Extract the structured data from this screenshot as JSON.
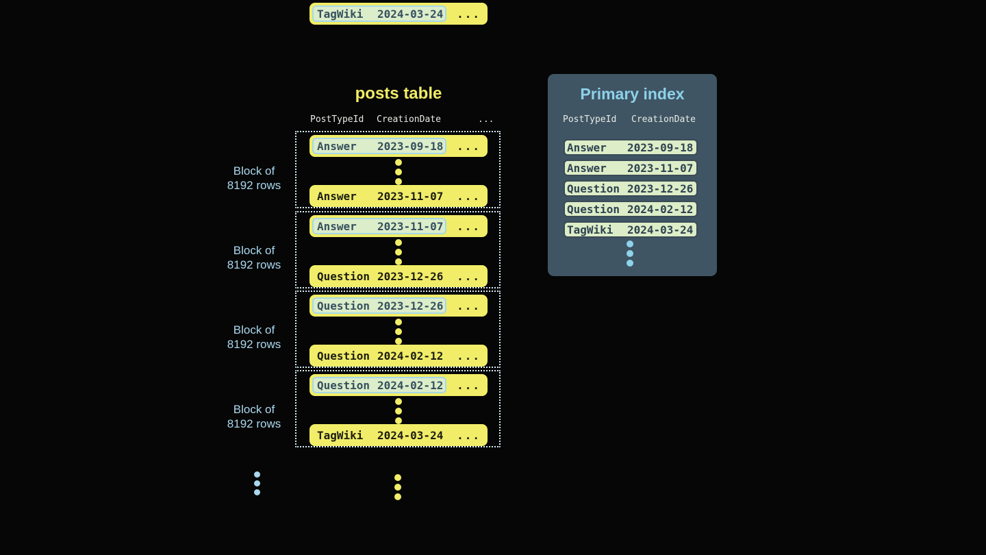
{
  "posts_table": {
    "title": "posts table",
    "columns": {
      "col1": "PostTypeId",
      "col2": "CreationDate",
      "more": "..."
    },
    "block_label": {
      "line1": "Block of",
      "line2": "8192 rows"
    },
    "ellipsis": "...",
    "blocks": [
      {
        "first": {
          "post_type": "Answer",
          "date": "2023-09-18"
        },
        "last": {
          "post_type": "Answer",
          "date": "2023-11-07"
        }
      },
      {
        "first": {
          "post_type": "Answer",
          "date": "2023-11-07"
        },
        "last": {
          "post_type": "Question",
          "date": "2023-12-26"
        }
      },
      {
        "first": {
          "post_type": "Question",
          "date": "2023-12-26"
        },
        "last": {
          "post_type": "Question",
          "date": "2024-02-12"
        }
      },
      {
        "first": {
          "post_type": "Question",
          "date": "2024-02-12"
        },
        "last": {
          "post_type": "TagWiki",
          "date": "2024-03-24"
        }
      }
    ],
    "trailing_row": {
      "post_type": "TagWiki",
      "date": "2024-03-24"
    }
  },
  "primary_index": {
    "title": "Primary index",
    "columns": {
      "col1": "PostTypeId",
      "col2": "CreationDate"
    },
    "entries": [
      {
        "post_type": "Answer",
        "date": "2023-09-18"
      },
      {
        "post_type": "Answer",
        "date": "2023-11-07"
      },
      {
        "post_type": "Question",
        "date": "2023-12-26"
      },
      {
        "post_type": "Question",
        "date": "2024-02-12"
      },
      {
        "post_type": "TagWiki",
        "date": "2024-03-24"
      }
    ]
  },
  "colors": {
    "background": "#060606",
    "accent_yellow": "#f1ed68",
    "accent_blue": "#a9d8ee",
    "title_blue": "#8ed1ea",
    "panel_bg": "#3f5564",
    "pill_bg": "#dcedc8",
    "highlight_bg": "#dcedca",
    "highlight_border": "#a6d8e9",
    "dotted_border": "#d9eef6",
    "row_text": "#1d1d12",
    "slate_text": "#2e4250"
  }
}
